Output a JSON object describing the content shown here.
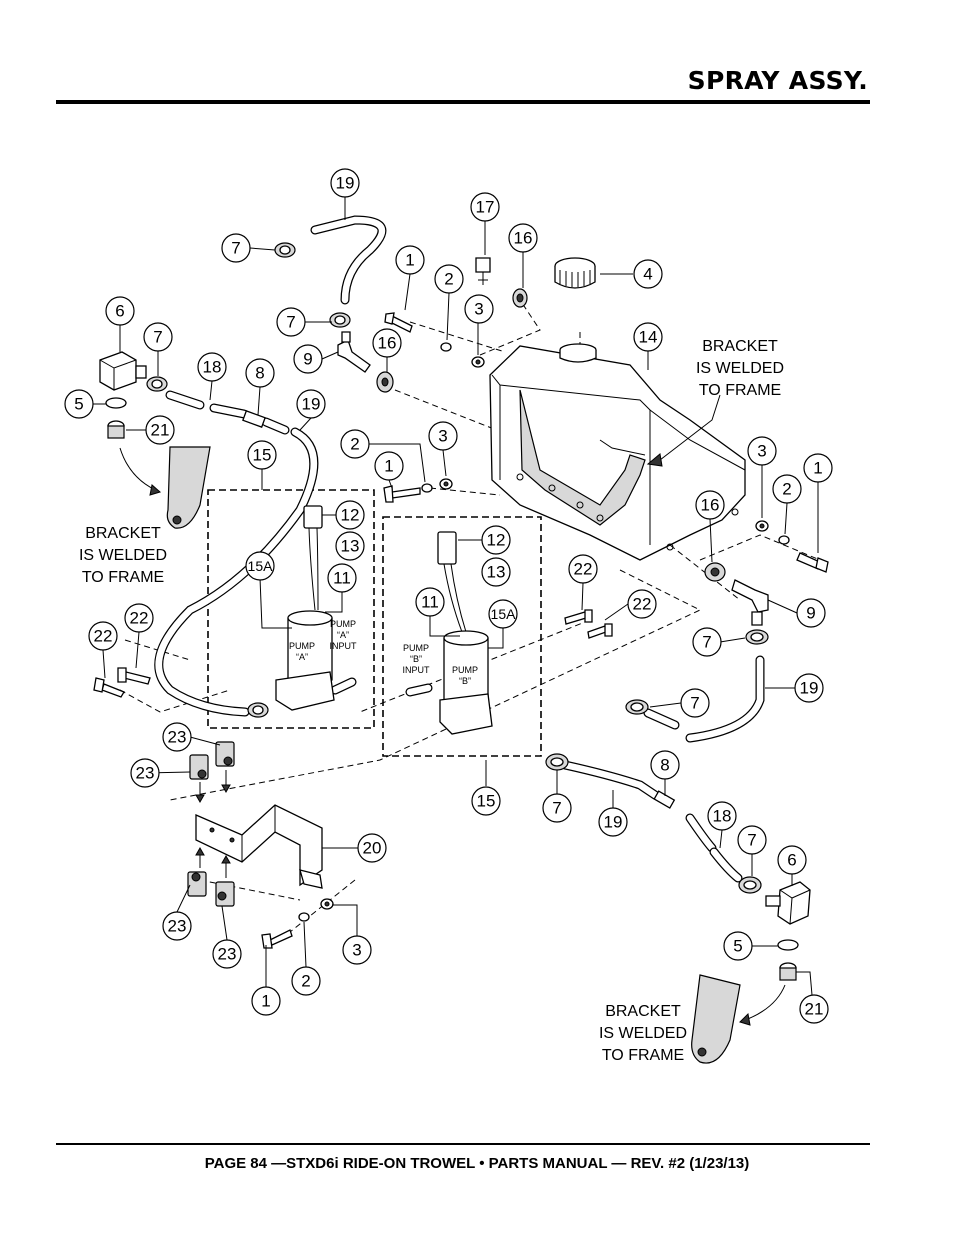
{
  "header": {
    "title": "SPRAY ASSY."
  },
  "footer": {
    "text": "PAGE 84 —STXD6i RIDE-ON TROWEL • PARTS MANUAL — REV. #2 (1/23/13)"
  },
  "notes": {
    "bracket_line1": "BRACKET",
    "bracket_line2": "IS WELDED",
    "bracket_line3": "TO FRAME"
  },
  "pump_a": {
    "name_line1": "PUMP",
    "name_line2": "“A”",
    "input_line1": "PUMP",
    "input_line2": "“A”",
    "input_line3": "INPUT"
  },
  "pump_b": {
    "name_line1": "PUMP",
    "name_line2": "“B”",
    "input_line1": "PUMP",
    "input_line2": "“B”",
    "input_line3": "INPUT"
  },
  "callouts": {
    "c1": "1",
    "c2": "2",
    "c3": "3",
    "c4": "4",
    "c5": "5",
    "c6": "6",
    "c7": "7",
    "c8": "8",
    "c9": "9",
    "c11": "11",
    "c12": "12",
    "c13": "13",
    "c14": "14",
    "c15": "15",
    "c15a": "15A",
    "c16": "16",
    "c17": "17",
    "c18": "18",
    "c19": "19",
    "c20": "20",
    "c21": "21",
    "c22": "22",
    "c23": "23"
  }
}
